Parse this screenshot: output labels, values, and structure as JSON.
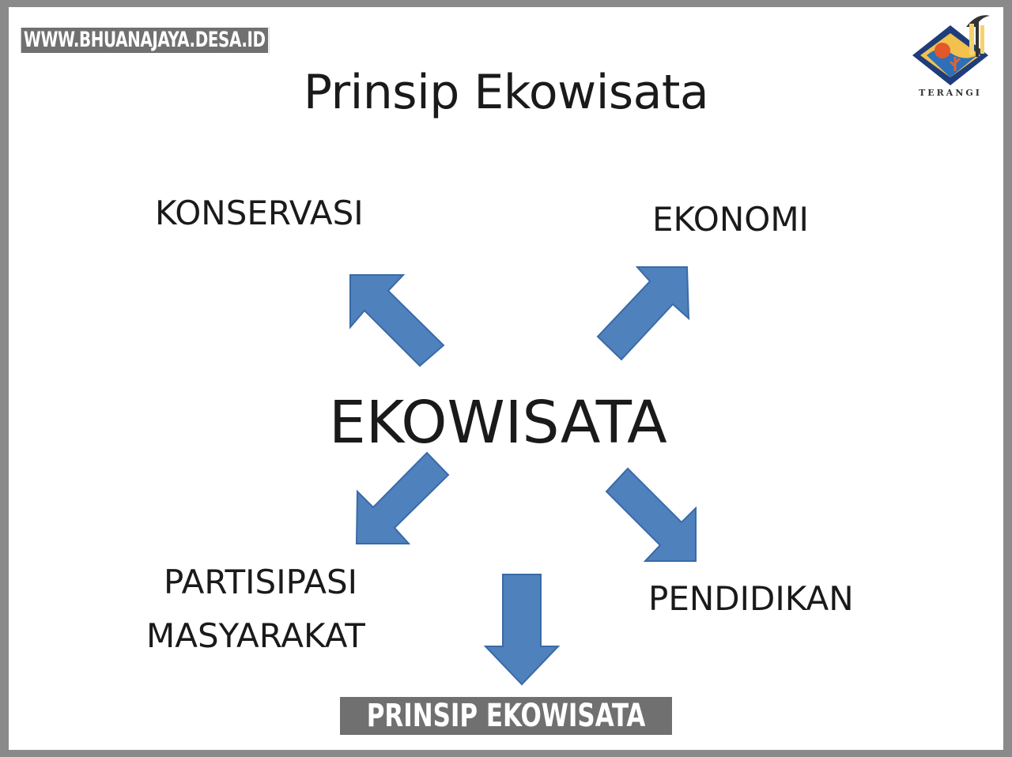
{
  "site_banner": "WWW.BHUANAJAYA.DESA.ID",
  "logo": {
    "icon": "terangi-logo-icon",
    "text": "TERANGI"
  },
  "slide": {
    "title": "Prinsip Ekowisata",
    "center": "EKOWISATA",
    "nodes": {
      "konservasi": "KONSERVASI",
      "ekonomi": "EKONOMI",
      "partisipasi_line1": "PARTISIPASI",
      "partisipasi_line2": "MASYARAKAT",
      "pendidikan": "PENDIDIKAN"
    }
  },
  "caption": "PRINSIP EKOWISATA",
  "colors": {
    "arrow_fill": "#4f81bd",
    "arrow_stroke": "#3a6aa8",
    "banner_bg": "#707070"
  }
}
